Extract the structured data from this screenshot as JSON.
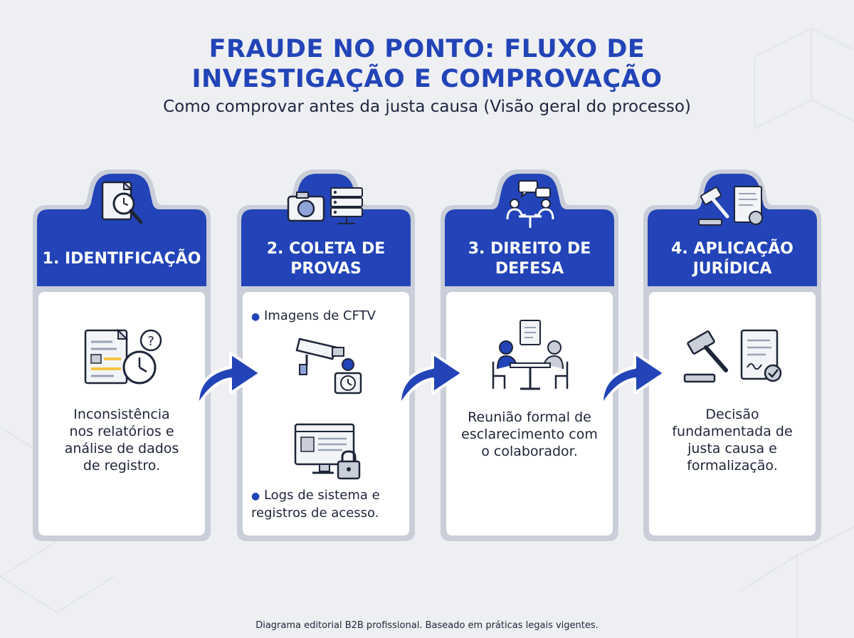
{
  "title_line1": "FRAUDE NO PONTO: FLUXO DE",
  "title_line2": "INVESTIGAÇÃO E COMPROVAÇÃO",
  "subtitle": "Como comprovar antes da justa causa (Visão geral do processo)",
  "colors": {
    "primary": "#2244b8",
    "frame": "#c9ced9",
    "panel": "#ffffff",
    "background": "#eeeff2",
    "highlight": "#f4c542"
  },
  "steps": [
    {
      "title": "1. IDENTIFICAÇÃO",
      "top_icon": "document-search-clock-icon",
      "illustration": "report-clock-question-icon",
      "description": [
        "Inconsistência",
        "nos relatórios e",
        "análise de dados",
        "de registro."
      ]
    },
    {
      "title_line1": "2. COLETA DE",
      "title_line2": "PROVAS",
      "top_icon": "camera-server-icon",
      "bullets": [
        {
          "lines": [
            "Imagens de CFTV"
          ],
          "illustration": "cctv-camera-person-clock-icon"
        },
        {
          "lines": [
            "Logs de sistema e",
            "registros de acesso."
          ],
          "illustration": "monitor-lock-icon"
        }
      ]
    },
    {
      "title_line1": "3. DIREITO DE",
      "title_line2": "DEFESA",
      "top_icon": "meeting-chat-icon",
      "illustration": "formal-meeting-icon",
      "description": [
        "Reunião formal de",
        "esclarecimento com",
        "o colaborador."
      ]
    },
    {
      "title_line1": "4. APLICAÇÃO",
      "title_line2": "JURÍDICA",
      "top_icon": "gavel-document-seal-icon",
      "illustration": "gavel-signed-document-icon",
      "description": [
        "Decisão",
        "fundamentada de",
        "justa causa e",
        "formalização."
      ]
    }
  ],
  "footer": "Diagrama editorial B2B profissional. Baseado em práticas legais vigentes."
}
